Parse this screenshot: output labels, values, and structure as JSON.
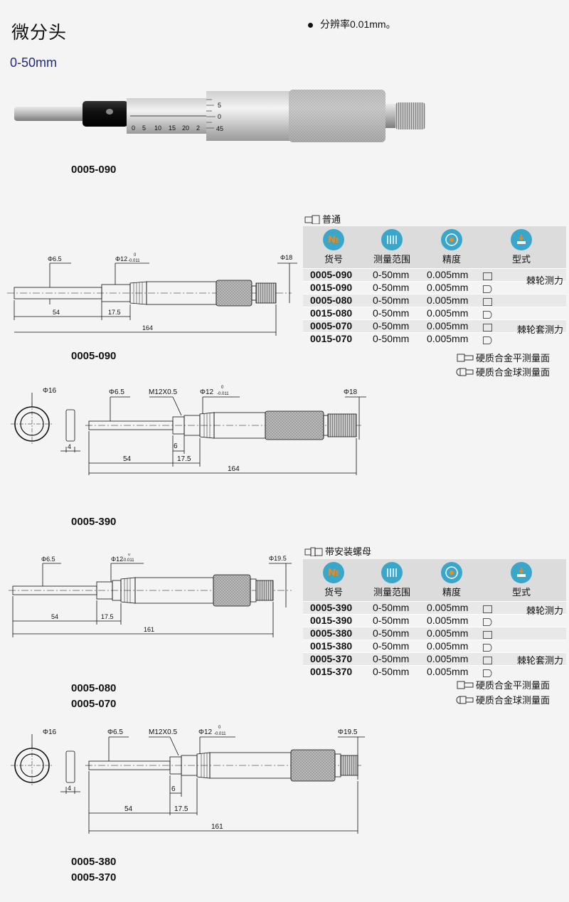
{
  "header": {
    "title": "微分头",
    "range": "0-50mm",
    "resolution": "分辨率0.01mm。"
  },
  "photo_caption": "0005-090",
  "diagram1": {
    "caption": "0005-090",
    "dims": {
      "d_spindle": "Φ6.5",
      "d_sleeve": "Φ12",
      "d_sleeve_tol_upper": "0",
      "d_sleeve_tol_lower": "-0.011",
      "d_ratchet": "Φ18",
      "len_spindle": "54",
      "len_sleeve": "17.5",
      "len_total": "164"
    }
  },
  "diagram2": {
    "caption": "0005-390",
    "dims": {
      "nut_od": "Φ16",
      "nut_thick": "4",
      "d_spindle": "Φ6.5",
      "thread": "M12X0.5",
      "d_sleeve": "Φ12",
      "d_sleeve_tol_upper": "0",
      "d_sleeve_tol_lower": "-0.011",
      "d_ratchet": "Φ18",
      "len_nut": "6",
      "len_spindle": "54",
      "len_sleeve": "17.5",
      "len_total": "164"
    }
  },
  "diagram3": {
    "caption1": "0005-080",
    "caption2": "0005-070",
    "dims": {
      "d_spindle": "Φ6.5",
      "d_sleeve": "Φ12",
      "d_sleeve_tol_upper": "0",
      "d_sleeve_tol_lower": "-0.011",
      "d_ratchet": "Φ19.5",
      "len_spindle": "54",
      "len_sleeve": "17.5",
      "len_total": "161"
    }
  },
  "diagram4": {
    "caption1": "0005-380",
    "caption2": "0005-370",
    "dims": {
      "nut_od": "Φ16",
      "nut_thick": "4",
      "d_spindle": "Φ6.5",
      "thread": "M12X0.5",
      "d_sleeve": "Φ12",
      "d_sleeve_tol_upper": "0",
      "d_sleeve_tol_lower": "-0.011",
      "d_ratchet": "Φ19.5",
      "len_nut": "6",
      "len_spindle": "54",
      "len_sleeve": "17.5",
      "len_total": "161"
    }
  },
  "table1": {
    "label": "普通",
    "headers": [
      "货号",
      "测量范围",
      "精度",
      "型式"
    ],
    "rows": [
      [
        "0005-090",
        "0-50mm",
        "0.005mm"
      ],
      [
        "0015-090",
        "0-50mm",
        "0.005mm"
      ],
      [
        "0005-080",
        "0-50mm",
        "0.005mm"
      ],
      [
        "0015-080",
        "0-50mm",
        "0.005mm"
      ],
      [
        "0005-070",
        "0-50mm",
        "0.005mm"
      ],
      [
        "0015-070",
        "0-50mm",
        "0.005mm"
      ]
    ],
    "type_a": "棘轮测力",
    "type_b": "棘轮套测力"
  },
  "table2": {
    "label": "带安装螺母",
    "headers": [
      "货号",
      "测量范围",
      "精度",
      "型式"
    ],
    "rows": [
      [
        "0005-390",
        "0-50mm",
        "0.005mm"
      ],
      [
        "0015-390",
        "0-50mm",
        "0.005mm"
      ],
      [
        "0005-380",
        "0-50mm",
        "0.005mm"
      ],
      [
        "0015-380",
        "0-50mm",
        "0.005mm"
      ],
      [
        "0005-370",
        "0-50mm",
        "0.005mm"
      ],
      [
        "0015-370",
        "0-50mm",
        "0.005mm"
      ]
    ],
    "type_a": "棘轮测力",
    "type_b": "棘轮套测力"
  },
  "legend": {
    "flat": "硬质合金平测量面",
    "ball": "硬质合金球测量面"
  },
  "photo": {
    "sleeve_scale": [
      "0",
      "5",
      "10",
      "15",
      "20",
      "2"
    ],
    "thimble_scale": [
      "5",
      "0",
      "45"
    ]
  },
  "colors": {
    "accent_blue": "#1f2a80",
    "icon_cyan": "#3aa6c9",
    "icon_orange": "#f08a1c",
    "table_header": "#dcdcdc"
  }
}
